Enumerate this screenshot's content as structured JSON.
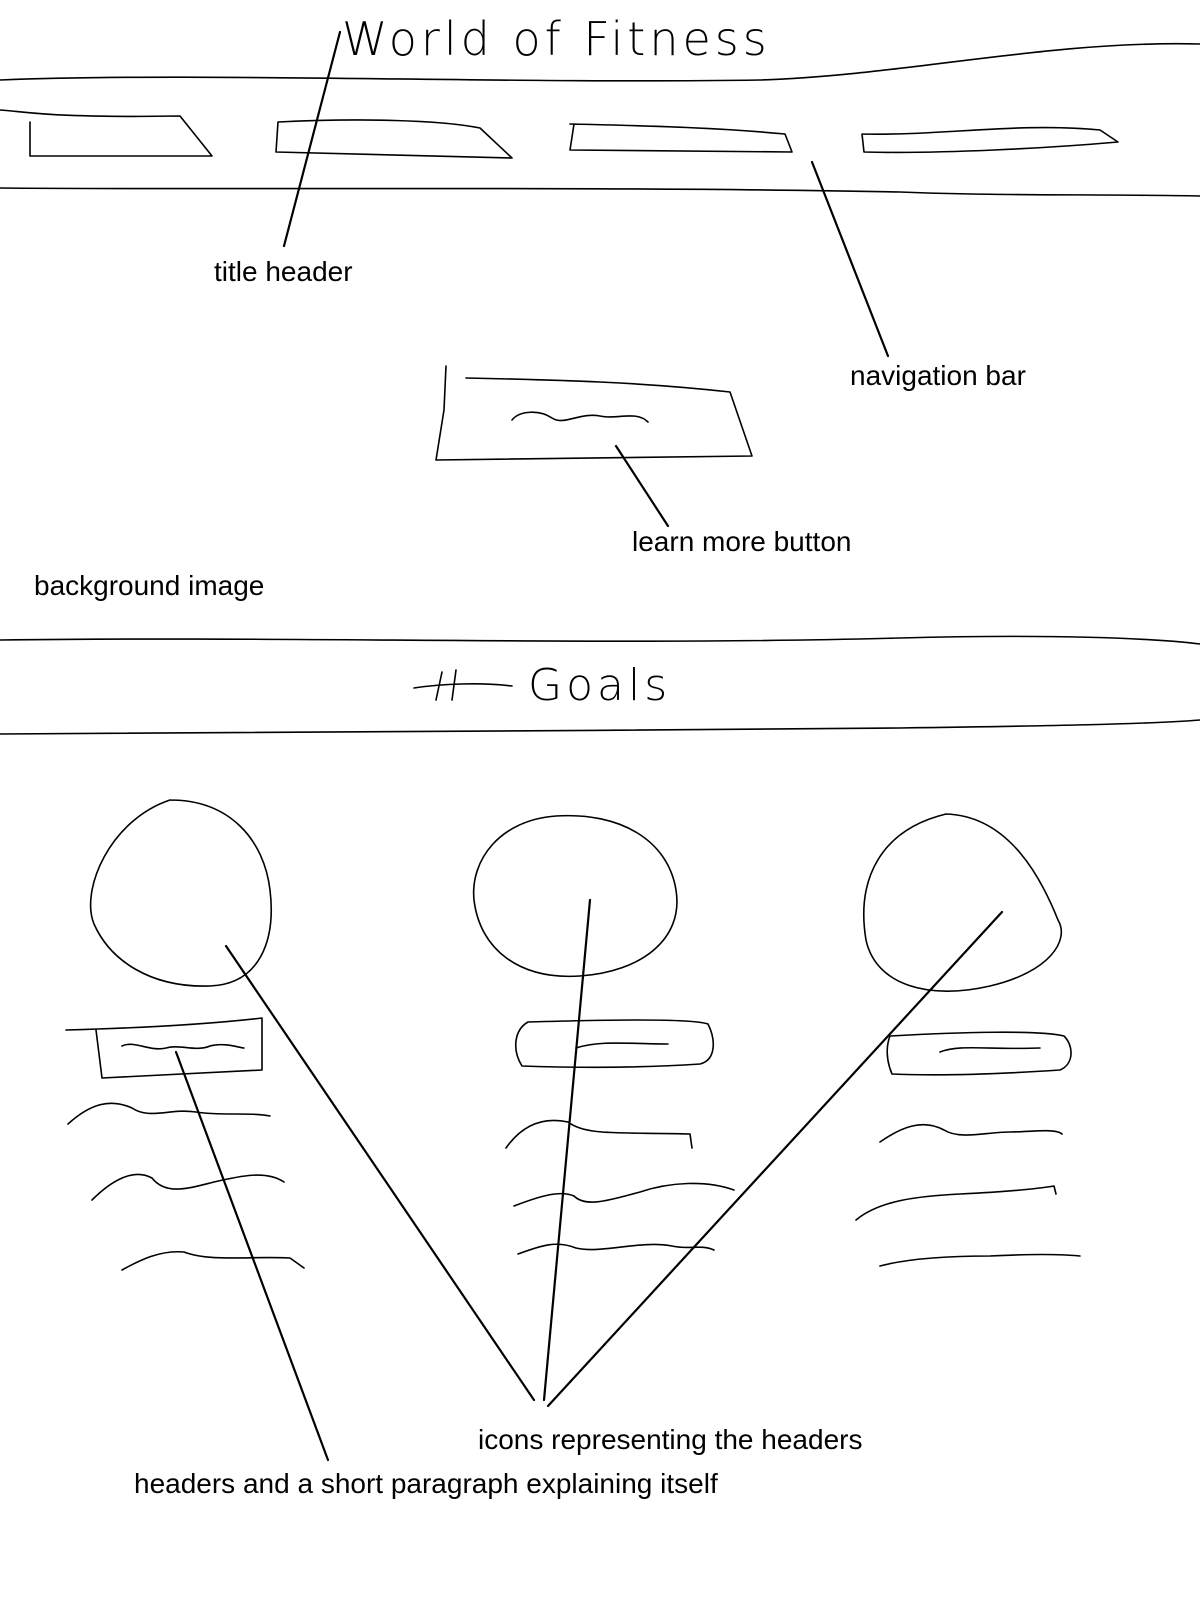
{
  "sketch": {
    "site_title": "World of Fitness",
    "section_title": "Goals"
  },
  "annotations": {
    "title_header": "title header",
    "navigation_bar": "navigation bar",
    "learn_more_button": "learn more button",
    "background_image": "background image",
    "icons": "icons representing the headers",
    "headers_paragraph": "headers and a short paragraph explaining itself"
  },
  "colors": {
    "ink": "#000000",
    "paper": "#ffffff"
  }
}
